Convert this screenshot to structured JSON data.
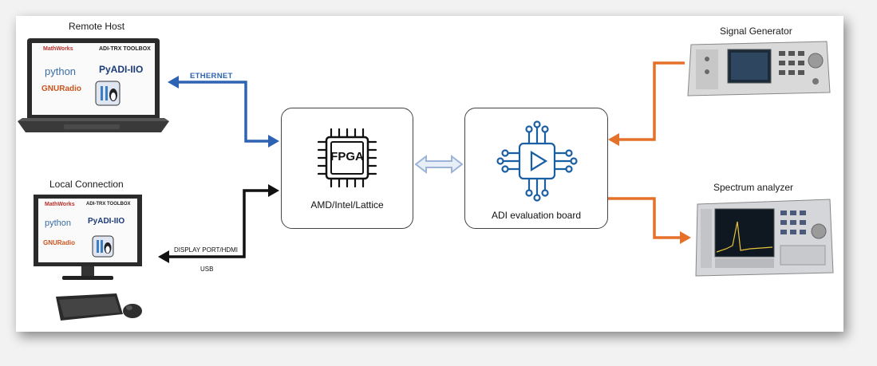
{
  "remote_host": {
    "title": "Remote Host",
    "logos": [
      "MathWorks",
      "ADI-TRX TOOLBOX",
      "python",
      "PyADI-IIO",
      "GNURadio"
    ]
  },
  "local_connection": {
    "title": "Local Connection",
    "logos": [
      "MathWorks",
      "ADI-TRX TOOLBOX",
      "python",
      "PyADI-IIO",
      "GNURadio"
    ]
  },
  "links": {
    "ethernet": "ETHERNET",
    "display": "DISPLAY PORT/HDMI",
    "usb": "USB"
  },
  "fpga_box": {
    "chip_text": "FPGA",
    "label": "AMD/Intel/Lattice"
  },
  "adi_box": {
    "label": "ADI evaluation board"
  },
  "instruments": {
    "signal_generator": "Signal Generator",
    "spectrum_analyzer": "Spectrum analyzer"
  },
  "colors": {
    "ethernet_blue": "#2e63b3",
    "rf_orange": "#e5702a",
    "black_link": "#111111",
    "bidir_blue": "#9cb4d8",
    "icon_blue": "#1b5fa3"
  }
}
